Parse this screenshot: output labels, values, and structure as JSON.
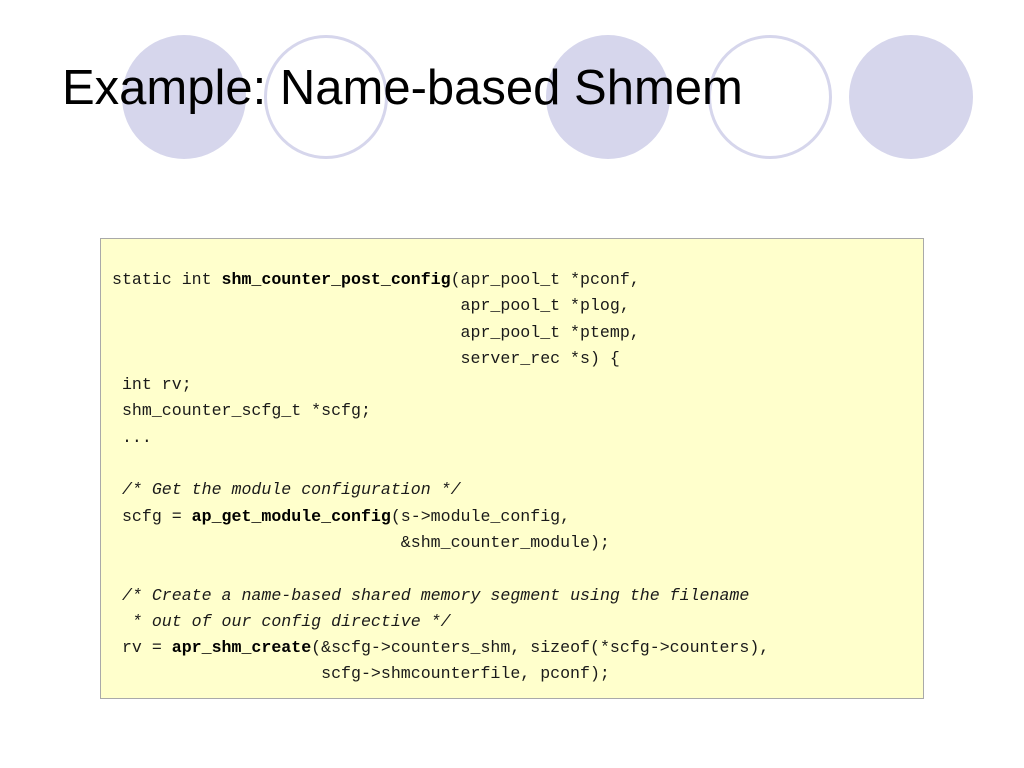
{
  "slide": {
    "title": "Example: Name-based Shmem"
  },
  "code": {
    "lines": [
      [
        {
          "t": "static int "
        },
        {
          "t": "shm_counter_post_config",
          "s": "b"
        },
        {
          "t": "(apr_pool_t *pconf,"
        }
      ],
      [
        {
          "t": "                                   apr_pool_t *plog,"
        }
      ],
      [
        {
          "t": "                                   apr_pool_t *ptemp,"
        }
      ],
      [
        {
          "t": "                                   server_rec *s) {"
        }
      ],
      [
        {
          "t": " int rv;"
        }
      ],
      [
        {
          "t": " shm_counter_scfg_t *scfg;"
        }
      ],
      [
        {
          "t": " ..."
        }
      ],
      [
        {
          "t": ""
        }
      ],
      [
        {
          "t": " "
        },
        {
          "t": "/* Get the module configuration */",
          "s": "c"
        }
      ],
      [
        {
          "t": " scfg = "
        },
        {
          "t": "ap_get_module_config",
          "s": "b"
        },
        {
          "t": "(s->module_config,"
        }
      ],
      [
        {
          "t": "                             &shm_counter_module);"
        }
      ],
      [
        {
          "t": ""
        }
      ],
      [
        {
          "t": " "
        },
        {
          "t": "/* Create a name-based shared memory segment using the filename",
          "s": "c"
        }
      ],
      [
        {
          "t": "  "
        },
        {
          "t": "* out of our config directive */",
          "s": "c"
        }
      ],
      [
        {
          "t": " rv = "
        },
        {
          "t": "apr_shm_create",
          "s": "b"
        },
        {
          "t": "(&scfg->counters_shm, sizeof(*scfg->counters),"
        }
      ],
      [
        {
          "t": "                     scfg->shmcounterfile, pconf);"
        }
      ]
    ]
  }
}
